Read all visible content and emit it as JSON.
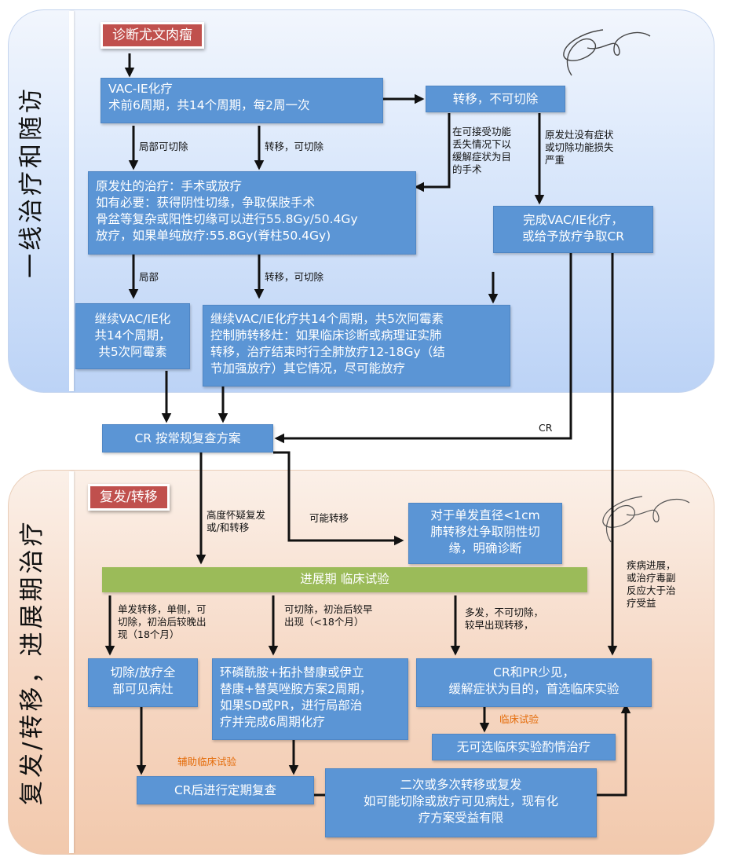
{
  "side_titles": {
    "top": "一线治疗和随访",
    "bottom": "复发/转移，进展期治疗"
  },
  "tags": {
    "diagnosis": "诊断尤文肉瘤",
    "relapse": "复发/转移"
  },
  "boxes": {
    "vac_ie": [
      "VAC-IE化疗",
      "术前6周期，共14个周期，每2周一次"
    ],
    "metastasis_unresectable": [
      "转移，不可切除"
    ],
    "primary_treatment": [
      "原发灶的治疗：手术或放疗",
      "如有必要：获得阴性切缘，争取保肢手术",
      "骨盆等复杂或阳性切缘可以进行55.8Gy/50.4Gy",
      "放疗，如果单纯放疗:55.8Gy(脊柱50.4Gy)"
    ],
    "complete_vac_ie": [
      "完成VAC/IE化疗，",
      "或给予放疗争取CR"
    ],
    "continue_local": [
      "继续VAC/IE化",
      "共14个周期，",
      "共5次阿霉素"
    ],
    "continue_meta": [
      "继续VAC/IE化疗共14个周期，共5次阿霉素",
      "控制肺转移灶：如果临床诊断或病理证实肺",
      "转移，治疗结束时行全肺放疗12-18Gy（结",
      "节加强放疗）其它情况，尽可能放疗"
    ],
    "cr_followup": [
      "CR 按常规复查方案"
    ],
    "single_lung": [
      "对于单发直径<1cm",
      "肺转移灶争取阴性切",
      "缘，明确诊断"
    ],
    "progression_trial": "进展期 临床试验",
    "resect_all": [
      "切除/放疗全",
      "部可见病灶"
    ],
    "chemo_regimen": [
      "环磷酰胺+拓扑替康或伊立",
      "替康+替莫唑胺方案2周期，",
      "如果SD或PR，进行局部治",
      "疗并完成6周期化疗"
    ],
    "cr_pr_rare": [
      "CR和PR少见，",
      "缓解症状为目的，首选临床实验"
    ],
    "no_trial": [
      "无可选临床实验酌情治疗"
    ],
    "post_cr_followup": [
      "CR后进行定期复查"
    ],
    "second_relapse": [
      "二次或多次转移或复发",
      "如可能切除或放疗可见病灶，现有化",
      "疗方案受益有限"
    ]
  },
  "labels": {
    "local_resectable": [
      "局部可切除"
    ],
    "meta_resectable_1": [
      "转移，可切除"
    ],
    "palliative_surgery": [
      "在可接受功能",
      "丢失情况下以",
      "缓解症状为目",
      "的手术"
    ],
    "primary_no_symptom": [
      "原发灶没有症状",
      "或切除功能损失",
      "严重"
    ],
    "local": [
      "局部"
    ],
    "meta_resectable_2": [
      "转移，可切除"
    ],
    "cr": [
      "CR"
    ],
    "high_suspicion": [
      "高度怀疑复发",
      "或/和转移"
    ],
    "possible_meta": [
      "可能转移"
    ],
    "disease_progression": [
      "疾病进展，",
      "或治疗毒副",
      "反应大于治",
      "疗受益"
    ],
    "single_meta": [
      "单发转移，单侧，可",
      "切除，初治后较晚出",
      "现（18个月）"
    ],
    "resectable_early": [
      "可切除，初治后较早",
      "出现（<18个月）"
    ],
    "multiple_meta": [
      "多发，不可切除，",
      "较早出现转移，"
    ],
    "clinical_trial": [
      "临床试验"
    ],
    "adjuvant_trial": [
      "辅助临床试验"
    ]
  },
  "colors": {
    "box_blue": "#5b95d5",
    "tag_red": "#c0504d",
    "trial_green": "#9bbb59",
    "label_orange": "#e46c0a",
    "panel_top_blue": "#bcd3f6",
    "panel_bottom_peach": "#f2c9ad"
  }
}
